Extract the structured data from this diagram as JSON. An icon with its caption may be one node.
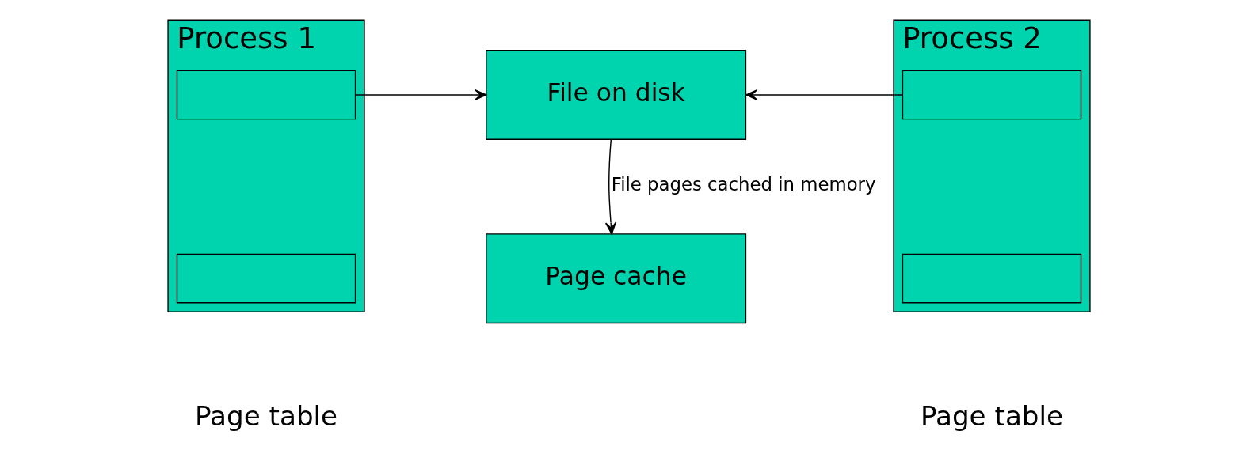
{
  "diagram": {
    "nodes": [
      {
        "text": [
          "Process 1"
        ],
        "beside": [
          "Page table"
        ]
      },
      {
        "text": [],
        "shape": "box",
        "in": 0
      },
      {
        "text": [],
        "shape": "box",
        "in": 0
      },
      {
        "text": [
          "File on disk"
        ]
      },
      {
        "text": [
          "Page cache"
        ]
      },
      {
        "text": [
          "Process 2"
        ],
        "beside": [
          "Page table"
        ]
      },
      {
        "text": [],
        "shape": "box",
        "in": 5
      },
      {
        "text": [],
        "shape": "box",
        "in": 5
      }
    ],
    "edges": [
      {
        "from": 1,
        "to": 3,
        "arrow": "to"
      },
      {
        "from": 6,
        "to": 3,
        "arrow": "to"
      },
      {
        "from": 3,
        "to": 4,
        "arrow": "to",
        "label": "File pages cached in memory"
      }
    ]
  }
}
